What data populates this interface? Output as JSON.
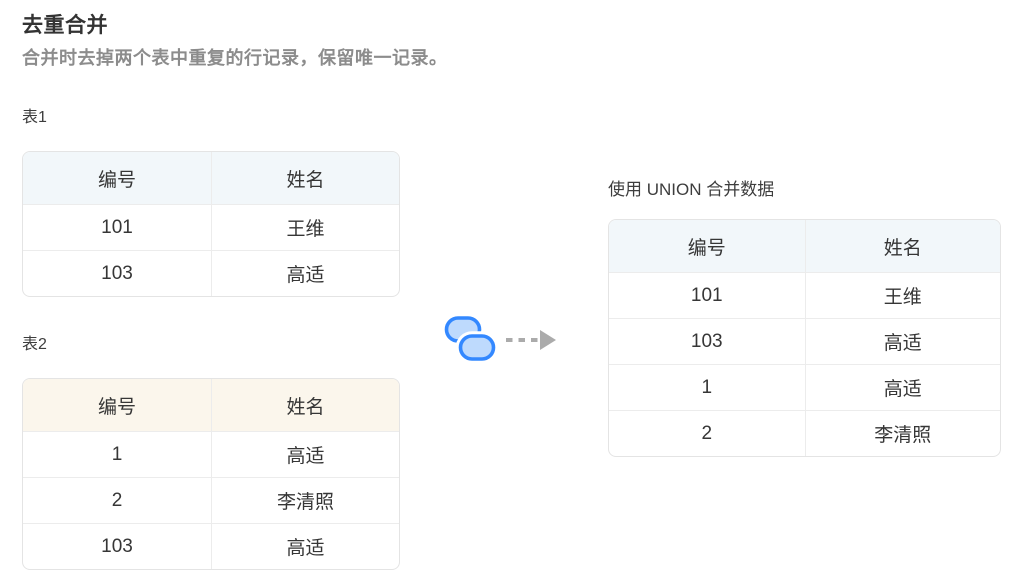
{
  "page": {
    "title": "去重合并",
    "subtitle": "合并时去掉两个表中重复的行记录，保留唯一记录。"
  },
  "table1": {
    "label": "表1",
    "headers": [
      "编号",
      "姓名"
    ],
    "rows": [
      [
        "101",
        "王维"
      ],
      [
        "103",
        "高适"
      ]
    ]
  },
  "table2": {
    "label": "表2",
    "headers": [
      "编号",
      "姓名"
    ],
    "rows": [
      [
        "1",
        "高适"
      ],
      [
        "2",
        "李清照"
      ],
      [
        "103",
        "高适"
      ]
    ]
  },
  "result_table": {
    "label": "使用 UNION 合并数据",
    "headers": [
      "编号",
      "姓名"
    ],
    "rows": [
      [
        "101",
        "王维"
      ],
      [
        "103",
        "高适"
      ],
      [
        "1",
        "高适"
      ],
      [
        "2",
        "李清照"
      ]
    ]
  },
  "icons": {
    "union_icon": "union-merge-icon",
    "arrow_icon": "dashed-arrow-right-icon"
  },
  "colors": {
    "header_blue_bg": "#f2f7fa",
    "header_cream_bg": "#fbf6ec",
    "table_border": "#e4e4e4",
    "row_divider": "#ececec",
    "icon_stroke_blue": "#3388ff",
    "icon_fill_blue": "#bedafd",
    "arrow_gray": "#ababab",
    "title_color": "#333333",
    "subtitle_color": "#8c8c8c",
    "cell_text": "#363636"
  }
}
